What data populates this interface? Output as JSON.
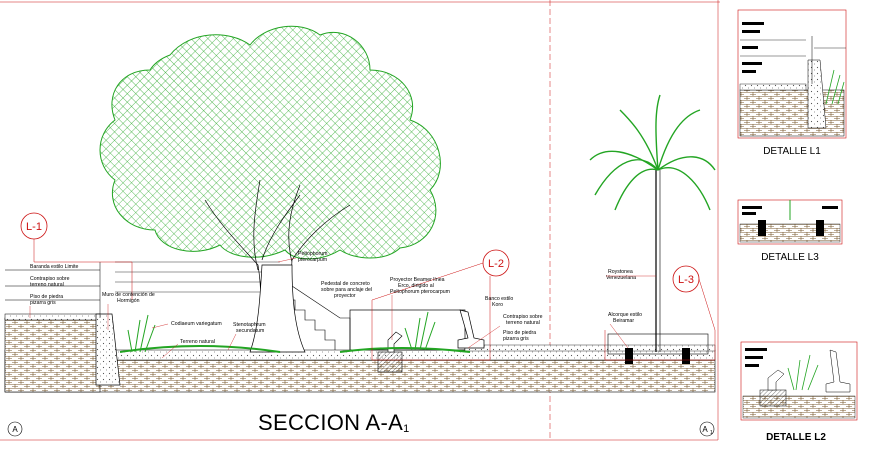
{
  "title": "SECCION A-A",
  "title_sub": "1",
  "axis_left": "A",
  "axis_right": "A",
  "axis_right_sub": "1",
  "bubbles": {
    "l1": "L-1",
    "l2": "L-2",
    "l3": "L-3"
  },
  "labels": {
    "baranda": "Baranda estilo Limite",
    "contrapiso_left_1": "Contrapiso sobre",
    "contrapiso_left_2": "terreno natural",
    "piso_left_1": "Piso de piedra",
    "piso_left_2": "pizarra gris",
    "muro_1": "Muro de contención de",
    "muro_2": "Hormigón",
    "codiaeum": "Codiaeum variegatum",
    "terreno": "Terreno natural",
    "steno_1": "Stenotaphrum",
    "steno_2": "secundatum",
    "pelto_1": "Peltophorum",
    "pelto_2": "pterocarpum",
    "pedestal_1": "Pedestal de concreto",
    "pedestal_2": "sobre para anclaje del",
    "pedestal_3": "proyector",
    "proy_1": "Proyector Beamer línea",
    "proy_2": "Erco, dirigido al",
    "proy_3": "Peltophorum pterocarpum",
    "banco_1": "Banco estilo",
    "banco_2": "Koro",
    "contrapiso_right_1": "Contrapiso sobre",
    "contrapiso_right_2": "terreno natural",
    "piso_right_1": "Piso de piedra",
    "piso_right_2": "pizarra gris",
    "roystonea_1": "Roystonea",
    "roystonea_2": "Venezuelana",
    "alcorque_1": "Alcorque estilo",
    "alcorque_2": "Beiramar"
  },
  "details": {
    "l1": "DETALLE L1",
    "l3": "DETALLE L3",
    "l2": "DETALLE L2"
  },
  "colors": {
    "canopy": "#23a523",
    "leader": "#cc1111",
    "ink": "#000000",
    "soil": "#8b6a3a",
    "grid": "#d9534f"
  }
}
